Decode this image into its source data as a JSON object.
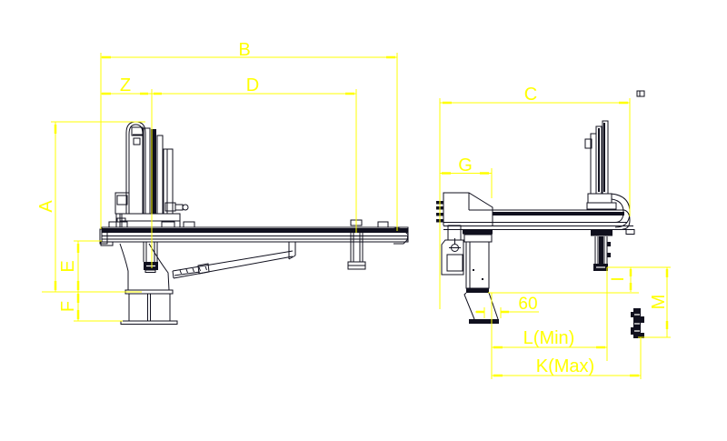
{
  "drawing": {
    "kind": "robot-arm-dimension-drawing",
    "colors": {
      "background": "#ffffff",
      "dimension": "#ffff00",
      "outline": "#10101e"
    },
    "views": {
      "front_view": "front elevation with traverse beam, vertical arm tower and base pedestal",
      "side_view": "side elevation with mast, crosswise beam, controller box and base foot"
    },
    "labels": {
      "A": "A",
      "B": "B",
      "Z": "Z",
      "D": "D",
      "E": "E",
      "F": "F",
      "C": "C",
      "G": "G",
      "offset60": "60",
      "L_min": "L(Min)",
      "K_max": "K(Max)",
      "I": "I",
      "M": "M"
    }
  }
}
